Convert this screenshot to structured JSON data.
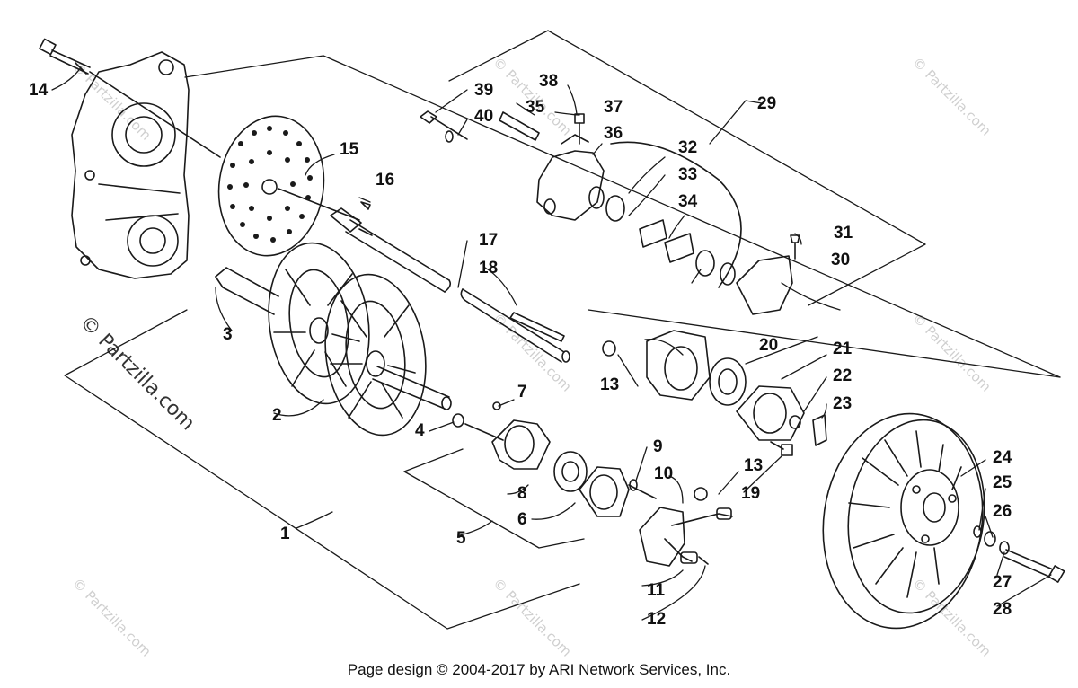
{
  "footer": {
    "credit": "Page design © 2004-2017 by ARI Network Services, Inc."
  },
  "watermark": {
    "text": "© Partzilla.com",
    "prominent_text": "© Partzilla.com"
  },
  "callouts": {
    "c1": "1",
    "c2a": "2",
    "c3": "3",
    "c4": "4",
    "c5": "5",
    "c6": "6",
    "c7": "7",
    "c8": "8",
    "c9": "9",
    "c10": "10",
    "c11": "11",
    "c12": "12",
    "c13a": "13",
    "c13b": "13",
    "c14": "14",
    "c15": "15",
    "c16": "16",
    "c17": "17",
    "c18": "18",
    "c19": "19",
    "c20": "20",
    "c21": "21",
    "c22": "22",
    "c23": "23",
    "c24": "24",
    "c25": "25",
    "c26": "26",
    "c27": "27",
    "c28": "28",
    "c29": "29",
    "c30": "30",
    "c31": "31",
    "c32": "32",
    "c33": "33",
    "c34": "34",
    "c35": "35",
    "c36": "36",
    "c37": "37",
    "c38": "38",
    "c39": "39",
    "c40": "40"
  },
  "colors": {
    "line": "#1a1a1a",
    "watermark": "#cfcfcf",
    "background": "#ffffff"
  }
}
